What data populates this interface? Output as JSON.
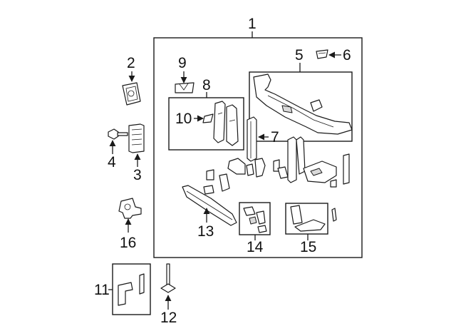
{
  "callouts": {
    "c1": "1",
    "c2": "2",
    "c3": "3",
    "c4": "4",
    "c5": "5",
    "c6": "6",
    "c7": "7",
    "c8": "8",
    "c9": "9",
    "c10": "10",
    "c11": "11",
    "c12": "12",
    "c13": "13",
    "c14": "14",
    "c15": "15",
    "c16": "16"
  },
  "colors": {
    "line": "#1a1a1a",
    "shade": "#d9d9d9",
    "background": "#ffffff"
  }
}
